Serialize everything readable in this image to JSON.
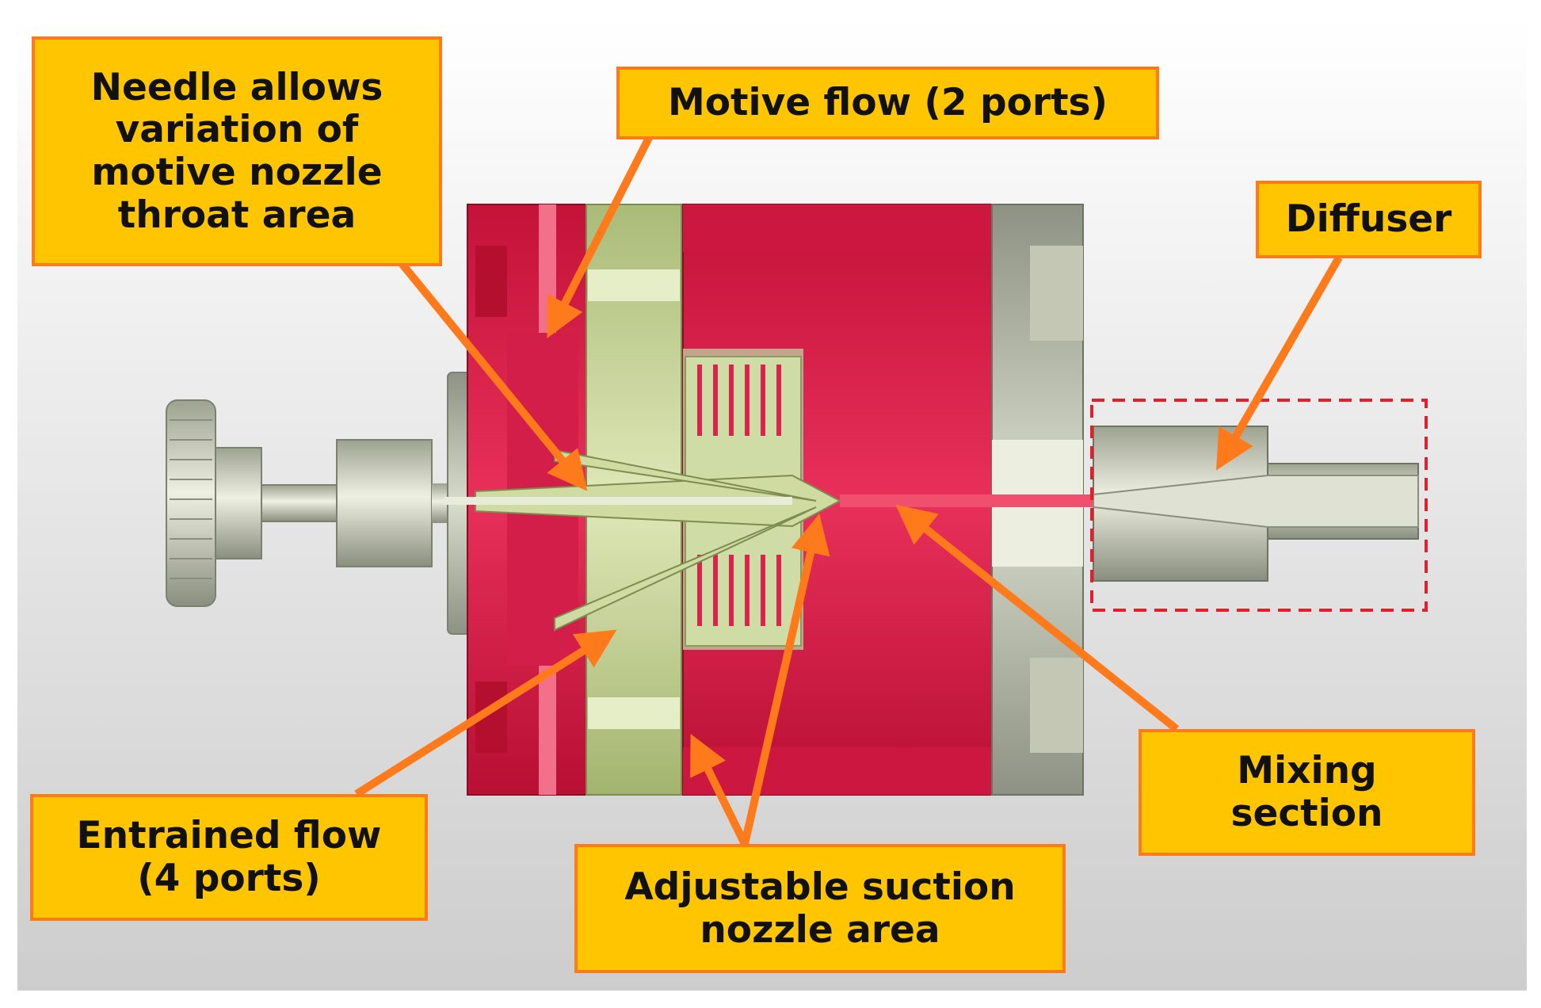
{
  "labels": {
    "needle": [
      "Needle allows",
      "variation of",
      "motive nozzle",
      "throat area"
    ],
    "motive": "Motive flow (2 ports)",
    "diffuser": "Diffuser",
    "entrained": [
      "Entrained flow",
      "(4 ports)"
    ],
    "suction": [
      "Adjustable suction",
      "nozzle area"
    ],
    "mixing": [
      "Mixing",
      "section"
    ]
  },
  "colors": {
    "background_top": "#ffffff",
    "background_bottom": "#cfcfcf",
    "body_red": "#dc1f48",
    "body_red_dark": "#a8102e",
    "green": "#c6d49a",
    "gray": "#b4b8a2",
    "callout_fill": "#ffc600",
    "callout_border": "#ff7a1a",
    "arrow": "#ff7a1a",
    "dashed_box": "#e0202a"
  }
}
